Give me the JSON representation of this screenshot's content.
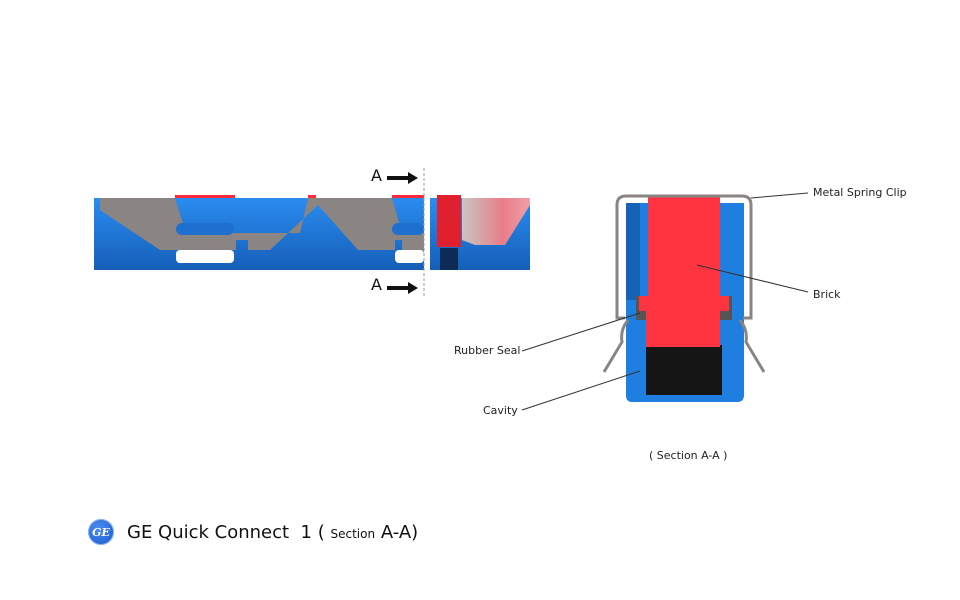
{
  "diagram": {
    "side_view": {
      "section_marker_top": "A",
      "section_marker_bottom": "A"
    },
    "section_view": {
      "caption": "( Section A-A )",
      "callouts": [
        {
          "label": "Metal Spring Clip"
        },
        {
          "label": "Brick"
        },
        {
          "label": "Rubber Seal"
        },
        {
          "label": "Cavity"
        }
      ]
    },
    "colors": {
      "housing_blue": "#1f7fe0",
      "brick_red": "#ff3040",
      "metal_gray": "#8a8582",
      "cavity_black": "#151515"
    }
  },
  "footer": {
    "logo_text": "GE",
    "title": "GE Quick Connect",
    "number": "1",
    "open_paren": "(",
    "section_word": "Section",
    "section_id": "A-A",
    "close_paren": ")"
  }
}
